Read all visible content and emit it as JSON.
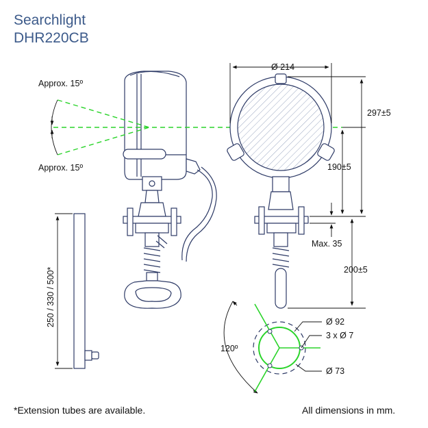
{
  "title": {
    "line1": "Searchlight",
    "line2": "DHR220CB"
  },
  "labels": {
    "angle_top": "Approx. 15º",
    "angle_bottom": "Approx. 15º",
    "diameter_214": "Ø 214",
    "height_297": "297±5",
    "height_190": "190±5",
    "max_35": "Max. 35",
    "height_200": "200±5",
    "tube_length": "250 / 330 / 500*",
    "diameter_92": "Ø 92",
    "holes": "3 x Ø 7",
    "diameter_73": "Ø 73",
    "angle_120": "120º"
  },
  "footer": {
    "note": "*Extension tubes are available.",
    "units": "All dimensions in mm."
  },
  "colors": {
    "outline": "#2d3a66",
    "title": "#3c5a8a",
    "beam": "#2ad42a",
    "dimension": "#111111"
  }
}
